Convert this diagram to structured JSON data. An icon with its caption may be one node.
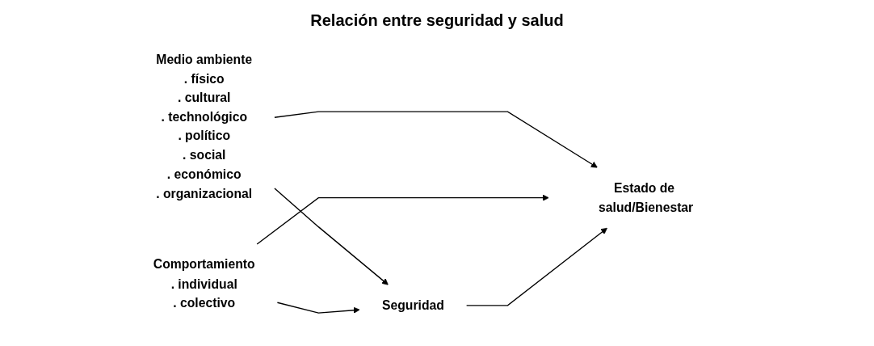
{
  "diagram": {
    "title": "Relación entre seguridad y salud",
    "nodes": [
      {
        "text": [
          "Medio ambiente",
          ". físico",
          ". cultural",
          ". technológico",
          ". político",
          ". social",
          ". económico",
          ". organizacional"
        ]
      },
      {
        "text": [
          "Comportamiento",
          ". individual",
          ". colectivo"
        ]
      },
      {
        "text": [
          "Seguridad"
        ]
      },
      {
        "text": [
          "Estado de salud/Bienestar"
        ]
      }
    ],
    "edges": [
      {
        "from": 0,
        "to": 2,
        "arrow": "to"
      },
      {
        "from": 0,
        "to": 3,
        "arrow": "to"
      },
      {
        "from": 1,
        "to": 2,
        "arrow": "to"
      },
      {
        "from": 1,
        "to": 3,
        "arrow": "to"
      },
      {
        "from": 2,
        "to": 3,
        "arrow": "to"
      }
    ]
  }
}
